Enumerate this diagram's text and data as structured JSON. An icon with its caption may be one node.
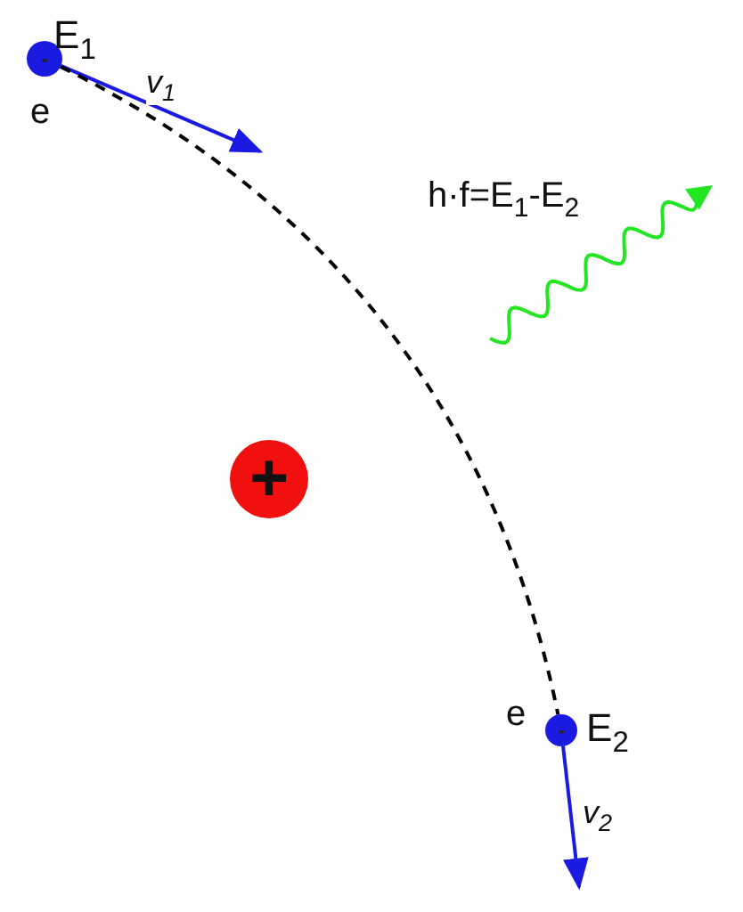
{
  "diagram": {
    "nodes": [
      {
        "text": [
          "-"
        ],
        "beside": [
          "E$_{1}$",
          "e"
        ]
      },
      {
        "text": [
          "-"
        ],
        "beside": [
          "e",
          "E$_{2}$"
        ]
      },
      {
        "text": [
          "+"
        ]
      }
    ],
    "edges": [
      {
        "from": 0,
        "to": null,
        "arrow": "to",
        "label": "v$_{1}$"
      },
      {
        "from": 0,
        "to": 1,
        "arrow": "none",
        "style": "dashed",
        "color": "#000000"
      },
      {
        "from": 1,
        "to": null,
        "arrow": "to",
        "label": "v$_{2}$"
      }
    ],
    "labels": [
      "h·f=E$_{1}$-E$_{2}$"
    ]
  }
}
